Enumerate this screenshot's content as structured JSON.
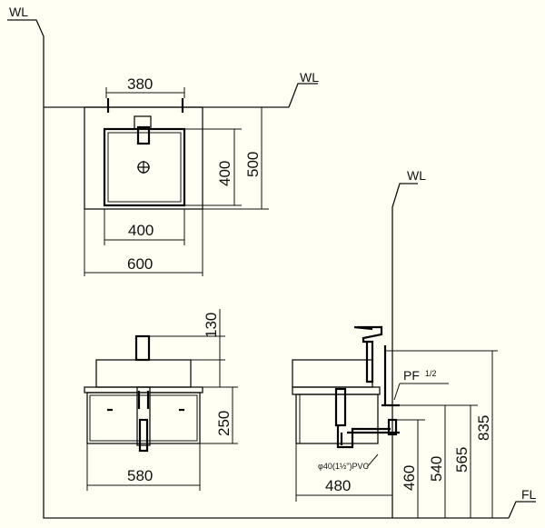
{
  "labels": {
    "wall_top_left": "WL",
    "wall_plan": "WL",
    "wall_side": "WL",
    "floor": "FL",
    "pf": "PF",
    "pf_size": "1/2",
    "pipe": "φ40(1½\")PVC"
  },
  "plan_dims": {
    "tap_spacing": "380",
    "basin_width": "400",
    "basin_depth": "400",
    "counter_depth": "500",
    "counter_width": "600"
  },
  "front_dims": {
    "basin_height": "130",
    "cabinet_height": "250",
    "cabinet_width": "580"
  },
  "side_dims": {
    "cabinet_depth": "480",
    "h_460": "460",
    "h_540": "540",
    "h_565": "565",
    "h_835": "835"
  }
}
